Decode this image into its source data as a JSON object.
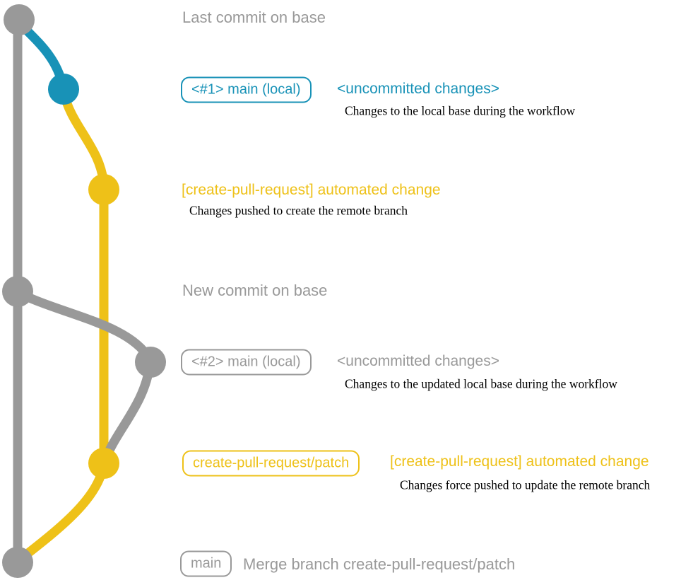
{
  "colors": {
    "gray": "#999999",
    "teal": "#1892b7",
    "yellow": "#eec118",
    "ink": "#000000",
    "bg": "#ffffff"
  },
  "graph": {
    "branches": [
      {
        "id": "base",
        "color_key": "gray"
      },
      {
        "id": "main-local",
        "color_key": "teal"
      },
      {
        "id": "create-pull-request-patch",
        "color_key": "yellow"
      }
    ],
    "commit_nodes": [
      {
        "id": "last-commit-on-base",
        "branch": "base"
      },
      {
        "id": "uncommitted-changes-1",
        "branch": "main-local"
      },
      {
        "id": "automated-change-1",
        "branch": "create-pull-request-patch"
      },
      {
        "id": "new-commit-on-base",
        "branch": "base"
      },
      {
        "id": "uncommitted-changes-2",
        "branch": "base"
      },
      {
        "id": "automated-change-2",
        "branch": "create-pull-request-patch"
      },
      {
        "id": "merge-commit",
        "branch": "base"
      }
    ]
  },
  "annotations": {
    "last_commit": "Last commit on base",
    "row1": {
      "badge": "<#1> main (local)",
      "title": "<uncommitted changes>",
      "desc": "Changes to the local base during the workflow"
    },
    "row2": {
      "title": "[create-pull-request] automated change",
      "desc": "Changes pushed to create the remote branch"
    },
    "new_commit": "New commit on base",
    "row3": {
      "badge": "<#2> main (local)",
      "title": "<uncommitted changes>",
      "desc": "Changes to the updated local base during the workflow"
    },
    "row4": {
      "badge": "create-pull-request/patch",
      "title": "[create-pull-request] automated change",
      "desc": "Changes force pushed to update the remote branch"
    },
    "row5": {
      "badge": "main",
      "text": "Merge branch create-pull-request/patch"
    }
  }
}
